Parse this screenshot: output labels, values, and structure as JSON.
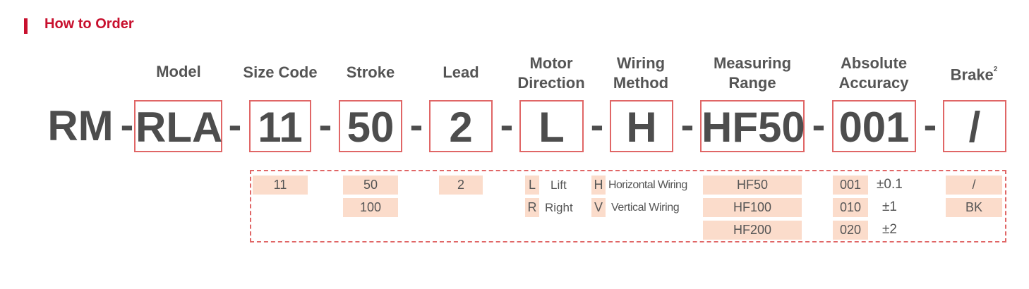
{
  "section_title": "How to Order",
  "headers": {
    "model": "Model",
    "size_code": "Size Code",
    "stroke": "Stroke",
    "lead": "Lead",
    "motor_direction": [
      "Motor",
      "Direction"
    ],
    "wiring_method": [
      "Wiring",
      "Method"
    ],
    "measuring_range": [
      "Measuring",
      "Range"
    ],
    "absolute_accuracy": [
      "Absolute",
      "Accuracy"
    ],
    "brake": "Brake",
    "brake_note": "2"
  },
  "code": {
    "prefix": "RM",
    "separator": "-",
    "model": "RLA",
    "size_code": "11",
    "stroke": "50",
    "lead": "2",
    "motor_direction": "L",
    "wiring_method": "H",
    "measuring_range": "HF50",
    "absolute_accuracy": "001",
    "brake": "/"
  },
  "options": {
    "size_code": [
      "11"
    ],
    "stroke": [
      "50",
      "100"
    ],
    "lead": [
      "2"
    ],
    "motor_direction": [
      {
        "code": "L",
        "label": "Lift"
      },
      {
        "code": "R",
        "label": "Right"
      }
    ],
    "wiring_method": [
      {
        "code": "H",
        "label": "Horizontal Wiring"
      },
      {
        "code": "V",
        "label": "Vertical Wiring"
      }
    ],
    "measuring_range": [
      "HF50",
      "HF100",
      "HF200"
    ],
    "absolute_accuracy": [
      {
        "code": "001",
        "value": "±0.1"
      },
      {
        "code": "010",
        "value": "±1"
      },
      {
        "code": "020",
        "value": "±2"
      }
    ],
    "brake": [
      "/",
      "BK"
    ]
  },
  "colors": {
    "accent": "#c8102e",
    "box_border": "#e06666",
    "chip_fill": "#fbdccb",
    "text": "#4d4d4d"
  }
}
